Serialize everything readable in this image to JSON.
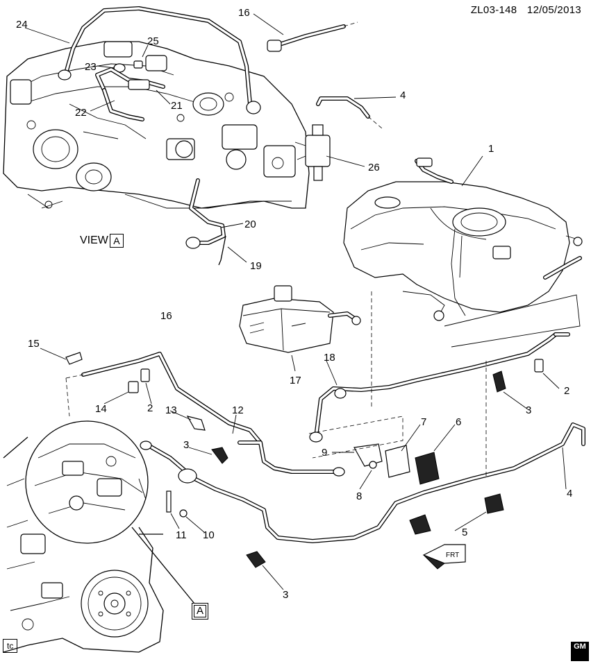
{
  "header": {
    "code": "ZL03-148",
    "date": "12/05/2013"
  },
  "view_label": "VIEW",
  "view_ref": "A",
  "detail_ref": "A",
  "footer_tag": "tc",
  "logo_text": "GM",
  "callouts": [
    "1",
    "2",
    "2",
    "3",
    "3",
    "3",
    "4",
    "4",
    "5",
    "6",
    "7",
    "8",
    "9",
    "10",
    "11",
    "12",
    "13",
    "14",
    "15",
    "16",
    "16",
    "17",
    "18",
    "19",
    "20",
    "21",
    "22",
    "23",
    "24",
    "25",
    "26"
  ],
  "front_arrow_text": "FRT"
}
